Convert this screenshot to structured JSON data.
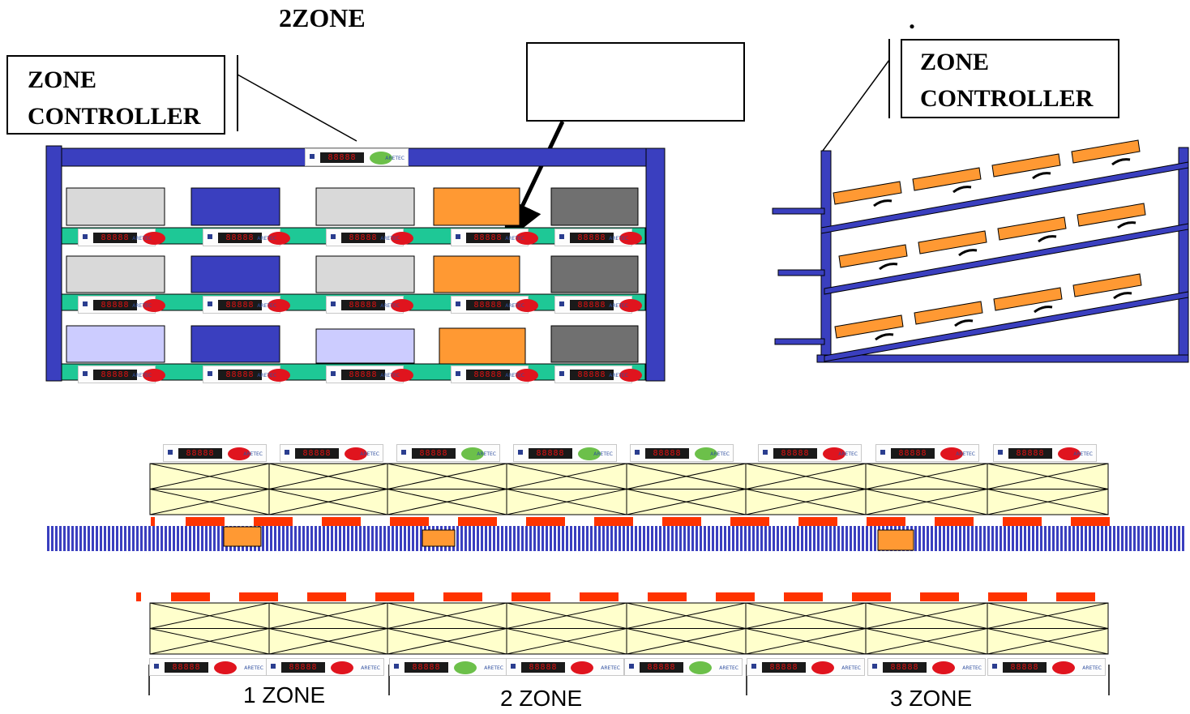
{
  "title": "2ZONE",
  "dot": ".",
  "zone_controller_label": "ZONE CONTROLLER",
  "zone_labels": [
    "1 ZONE",
    "2 ZONE",
    "3 ZONE"
  ],
  "device": {
    "display": "88888",
    "brand": "ARETEC"
  },
  "colors": {
    "frame_blue": "#3a3fbf",
    "shelf_green": "#1ec896",
    "box_orange": "#ff9933",
    "box_gray": "#d9d9d9",
    "box_dark": "#707070",
    "box_lavender": "#ccccff",
    "box_blue": "#3a3fbf",
    "conveyor_fill": "#ffffcc",
    "marker_red": "#ff3300",
    "led_red": "#e0141e",
    "led_green": "#6cc04a"
  },
  "front_view_box_colors": [
    [
      "gray",
      "blue",
      "gray",
      "orange",
      "dark"
    ],
    [
      "gray",
      "blue",
      "gray",
      "orange",
      "dark"
    ],
    [
      "lavender",
      "blue",
      "lavender",
      "orange",
      "dark"
    ]
  ],
  "top_row_leds": [
    "red",
    "red",
    "green",
    "green",
    "green",
    "red",
    "red",
    "red"
  ],
  "bottom_row_leds": [
    "red",
    "red",
    "green",
    "red",
    "green",
    "red",
    "red",
    "red"
  ]
}
